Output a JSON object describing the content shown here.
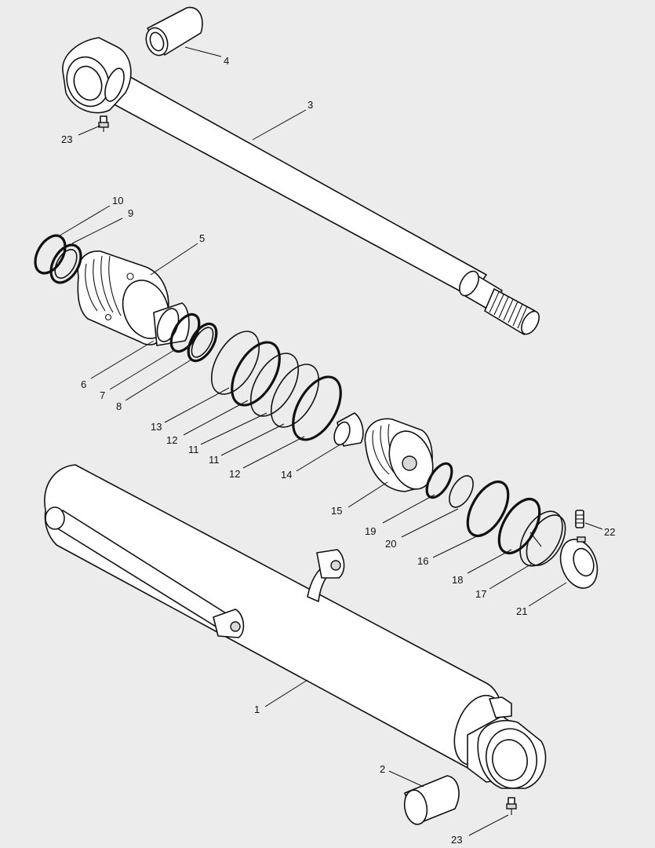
{
  "callouts": [
    {
      "id": "c1",
      "text": "1"
    },
    {
      "id": "c2",
      "text": "2"
    },
    {
      "id": "c3",
      "text": "3"
    },
    {
      "id": "c4",
      "text": "4"
    },
    {
      "id": "c5",
      "text": "5"
    },
    {
      "id": "c6",
      "text": "6"
    },
    {
      "id": "c7",
      "text": "7"
    },
    {
      "id": "c8",
      "text": "8"
    },
    {
      "id": "c9",
      "text": "9"
    },
    {
      "id": "c10",
      "text": "10"
    },
    {
      "id": "c11a",
      "text": "11"
    },
    {
      "id": "c11b",
      "text": "11"
    },
    {
      "id": "c12a",
      "text": "12"
    },
    {
      "id": "c12b",
      "text": "12"
    },
    {
      "id": "c13",
      "text": "13"
    },
    {
      "id": "c14",
      "text": "14"
    },
    {
      "id": "c15",
      "text": "15"
    },
    {
      "id": "c16",
      "text": "16"
    },
    {
      "id": "c17",
      "text": "17"
    },
    {
      "id": "c18",
      "text": "18"
    },
    {
      "id": "c19",
      "text": "19"
    },
    {
      "id": "c20",
      "text": "20"
    },
    {
      "id": "c21",
      "text": "21"
    },
    {
      "id": "c22",
      "text": "22"
    },
    {
      "id": "c23a",
      "text": "23"
    },
    {
      "id": "c23b",
      "text": "23"
    }
  ]
}
